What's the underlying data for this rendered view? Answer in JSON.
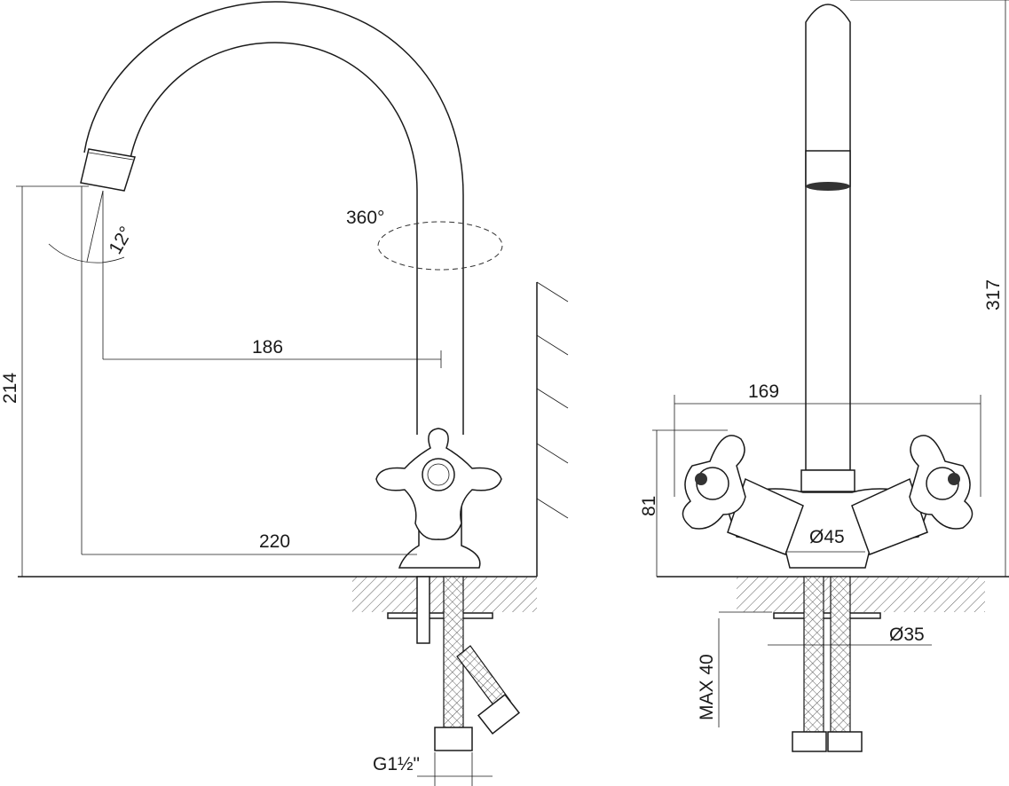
{
  "side_view": {
    "rotation_label": "360°",
    "angle_label": "12°",
    "reach_label": "186",
    "depth_label": "220",
    "spout_height_label": "214",
    "thread_label": "G1½\""
  },
  "front_view": {
    "total_height_label": "317",
    "width_label": "169",
    "handle_height_label": "81",
    "base_diameter_label": "Ø45",
    "hole_diameter_label": "Ø35",
    "max_thickness_label": "MAX 40"
  }
}
